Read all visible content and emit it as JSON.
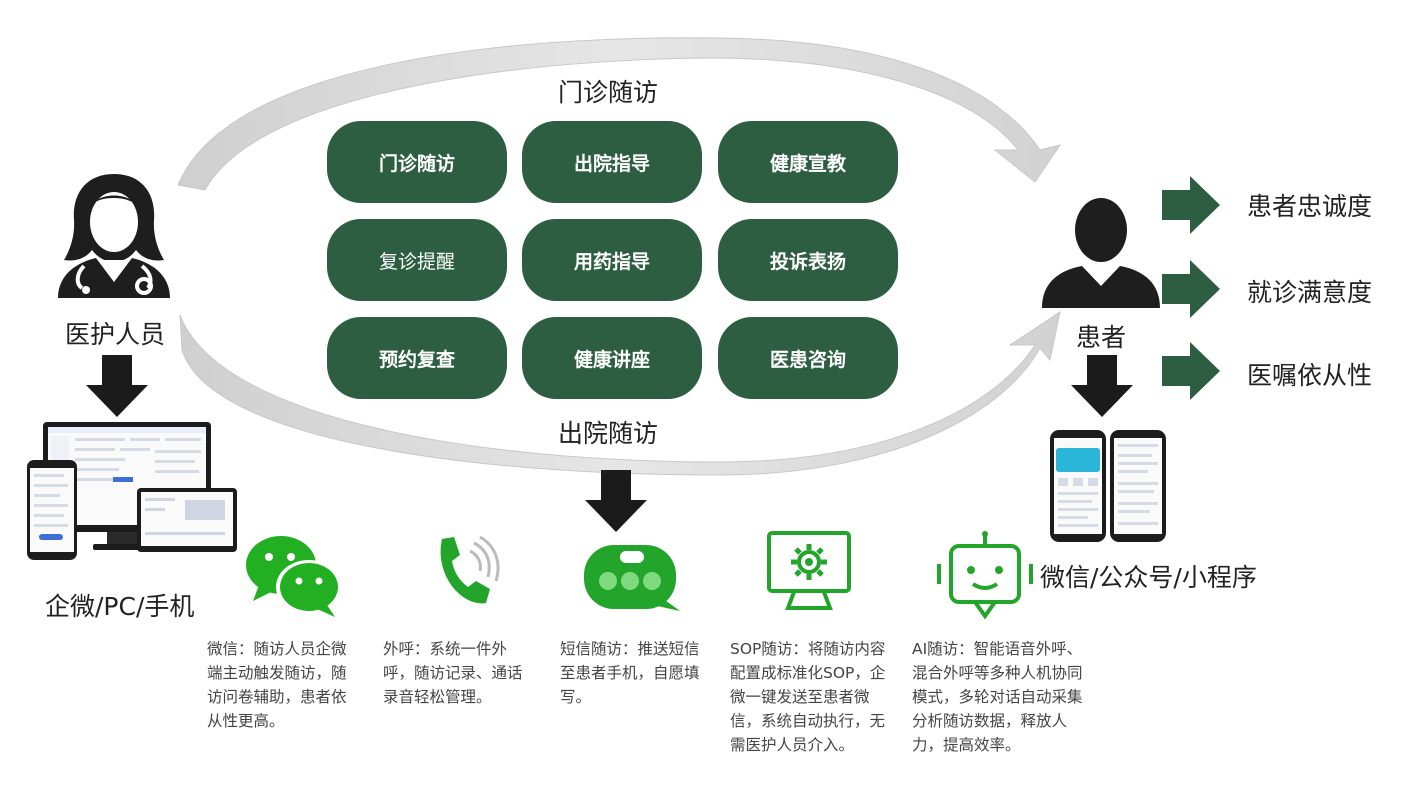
{
  "top_label": "门诊随访",
  "bottom_label": "出院随访",
  "cards": [
    {
      "label": "门诊随访",
      "bold": true
    },
    {
      "label": "出院指导",
      "bold": true
    },
    {
      "label": "健康宣教",
      "bold": true
    },
    {
      "label": "复诊提醒",
      "bold": false
    },
    {
      "label": "用药指导",
      "bold": true
    },
    {
      "label": "投诉表扬",
      "bold": true
    },
    {
      "label": "预约复查",
      "bold": true
    },
    {
      "label": "健康讲座",
      "bold": true
    },
    {
      "label": "医患咨询",
      "bold": true
    }
  ],
  "staff_label": "医护人员",
  "staff_devices_label": "企微/PC/手机",
  "patient_label": "患者",
  "patient_channels_label": "微信/公众号/小程序",
  "outcomes": [
    "患者忠诚度",
    "就诊满意度",
    "医嘱依从性"
  ],
  "channels": [
    {
      "icon": "wechat-icon",
      "text": "微信：随访人员企微端主动触发随访，随访问卷辅助，患者依从性更高。"
    },
    {
      "icon": "phone-call-icon",
      "text": "外呼：系统一件外呼，随访记录、通话录音轻松管理。"
    },
    {
      "icon": "sms-icon",
      "text": "短信随访：推送短信至患者手机，自愿填写。"
    },
    {
      "icon": "sop-gear-icon",
      "text": "SOP随访：将随访内容配置成标准化SOP，企微一键发送至患者微信，系统自动执行，无需医护人员介入。"
    },
    {
      "icon": "robot-icon",
      "text": "AI随访：智能语音外呼、混合外呼等多种人机协同模式，多轮对话自动采集分析随访数据，释放人力，提高效率。"
    }
  ],
  "colors": {
    "card": "#2d5e42",
    "arrow_dark": "#1b1b1b",
    "outcome_arrow": "#2d5e42",
    "icon_green": "#22a52a",
    "arc": "#d4d4d4"
  }
}
